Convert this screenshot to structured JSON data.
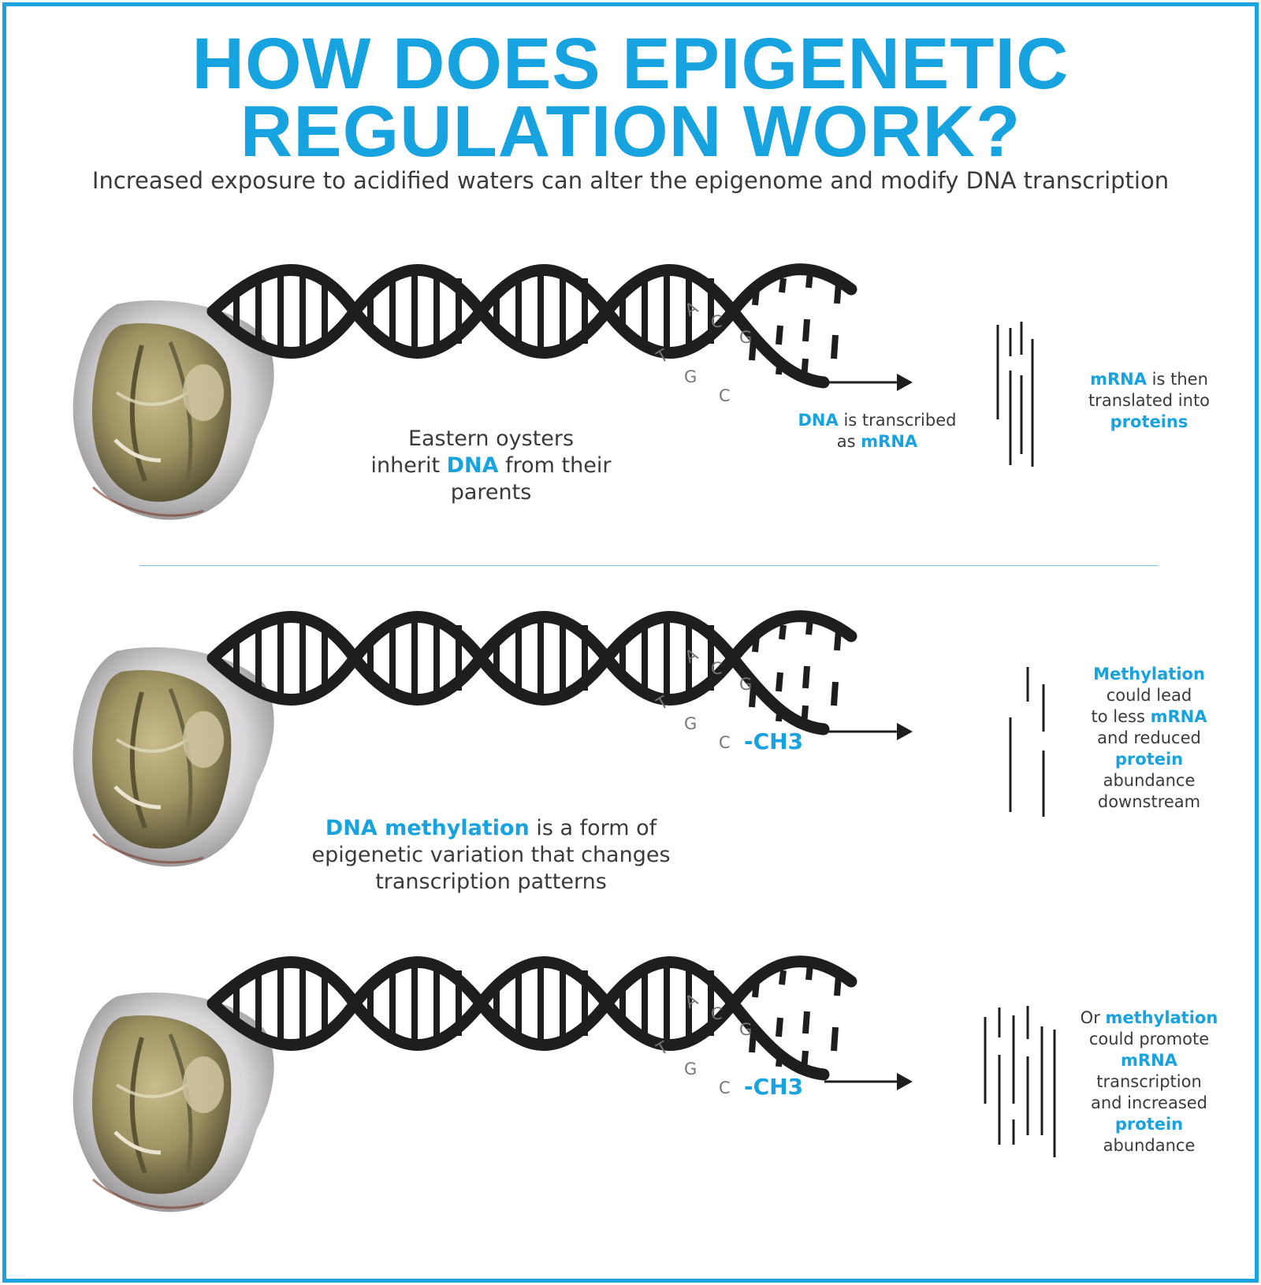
{
  "header": {
    "title_line1": "HOW DOES EPIGENETIC",
    "title_line2": "REGULATION WORK?",
    "subtitle": "Increased exposure to acidified waters can alter the epigenome and modify DNA transcription"
  },
  "colors": {
    "accent": "#17a2e0",
    "text": "#3a3a3a",
    "helix": "#1e1e1e"
  },
  "bases": {
    "top": [
      "A",
      "C",
      "G"
    ],
    "bottom": [
      "T",
      "G",
      "C"
    ]
  },
  "methyl_label": "-CH3",
  "panel1": {
    "caption": {
      "l1": "Eastern oysters",
      "l2a": "inherit ",
      "l2b": "DNA",
      "l2c": " from their",
      "l3": "parents"
    },
    "step": {
      "a": "DNA",
      "b": " is transcribed",
      "c": "as ",
      "d": "mRNA"
    },
    "result": {
      "a": "mRNA",
      "b": " is then",
      "c": "translated into",
      "d": "proteins"
    }
  },
  "panel2": {
    "caption": {
      "l1a": "DNA methylation",
      "l1b": " is a form of",
      "l2": "epigenetic variation that changes",
      "l3": "transcription patterns"
    },
    "result": {
      "a": "Methylation",
      "b": "could lead",
      "c": "to less ",
      "d": "mRNA",
      "e": "and reduced",
      "f": "protein",
      "g": "abundance",
      "h": "downstream"
    }
  },
  "panel3": {
    "result": {
      "a": "Or ",
      "b": "methylation",
      "c": "could promote",
      "d": "mRNA",
      "e": "transcription",
      "f": "and increased",
      "g": "protein",
      "h": "abundance"
    }
  }
}
